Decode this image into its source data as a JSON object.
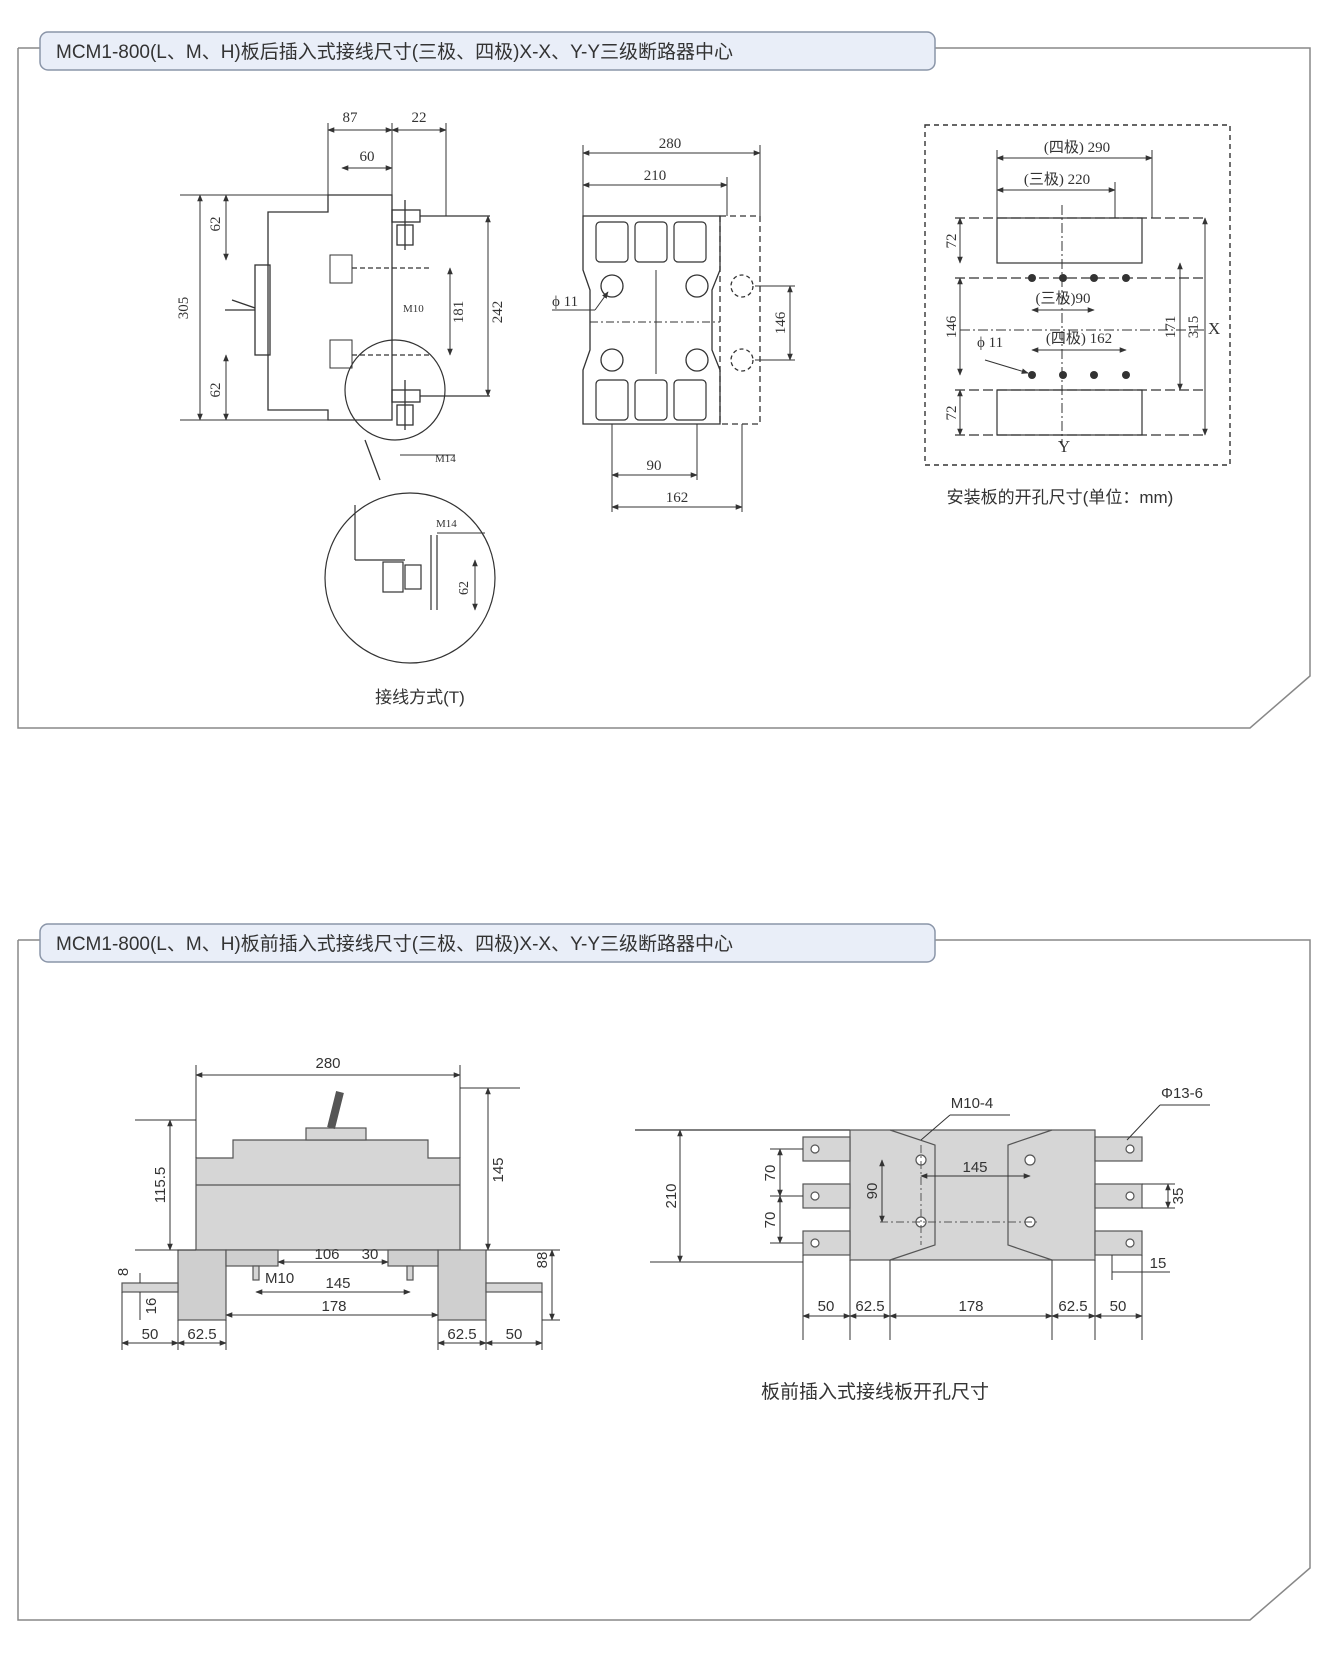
{
  "colors": {
    "panel_border": "#888888",
    "tab_fill": "#e9eef8",
    "tab_border": "#8a95a8",
    "body_fill": "#d6d6d6",
    "line": "#333333"
  },
  "section_rear": {
    "title": "MCM1-800(L、M、H)板后插入式接线尺寸(三极、四极)X-X、Y-Y三级断路器中心",
    "side_view": {
      "dims": {
        "d87": "87",
        "d22": "22",
        "d60": "60",
        "d62a": "62",
        "d305": "305",
        "d181": "181",
        "d242": "242",
        "d62b": "62",
        "m10": "M10",
        "m14": "M14"
      }
    },
    "detail": {
      "caption": "接线方式(T)",
      "m14": "M14",
      "d62": "62"
    },
    "front_view": {
      "dims": {
        "d280": "280",
        "d210": "210",
        "phi11": "ϕ 11",
        "d146": "146",
        "d90": "90",
        "d162": "162"
      }
    },
    "panel_cutout": {
      "caption": "安装板的开孔尺寸(单位：mm)",
      "dims": {
        "four_pole": "(四极) 290",
        "three_pole": "(三极) 220",
        "d72a": "72",
        "d146": "146",
        "d72b": "72",
        "three_pole_90": "(三极)90",
        "four_pole_162": "(四极) 162",
        "phi11": "ϕ 11",
        "d171": "171",
        "d315": "315",
        "x": "X",
        "y": "Y"
      }
    }
  },
  "section_front": {
    "title": "MCM1-800(L、M、H)板前插入式接线尺寸(三极、四极)X-X、Y-Y三级断路器中心",
    "side_view": {
      "dims": {
        "d280": "280",
        "d115_5": "115.5",
        "d145": "145",
        "d106": "106",
        "d30": "30",
        "m10": "M10",
        "d145b": "145",
        "d178": "178",
        "d8": "8",
        "d16": "16",
        "d88": "88",
        "d50a": "50",
        "d62_5a": "62.5",
        "d62_5b": "62.5",
        "d50b": "50"
      }
    },
    "plate_view": {
      "caption": "板前插入式接线板开孔尺寸",
      "dims": {
        "m10_4": "M10-4",
        "phi13_6": "Φ13-6",
        "d210": "210",
        "d70a": "70",
        "d70b": "70",
        "d90": "90",
        "d145": "145",
        "d35": "35",
        "d15": "15",
        "d50a": "50",
        "d62_5a": "62.5",
        "d178": "178",
        "d62_5b": "62.5",
        "d50b": "50"
      }
    }
  }
}
